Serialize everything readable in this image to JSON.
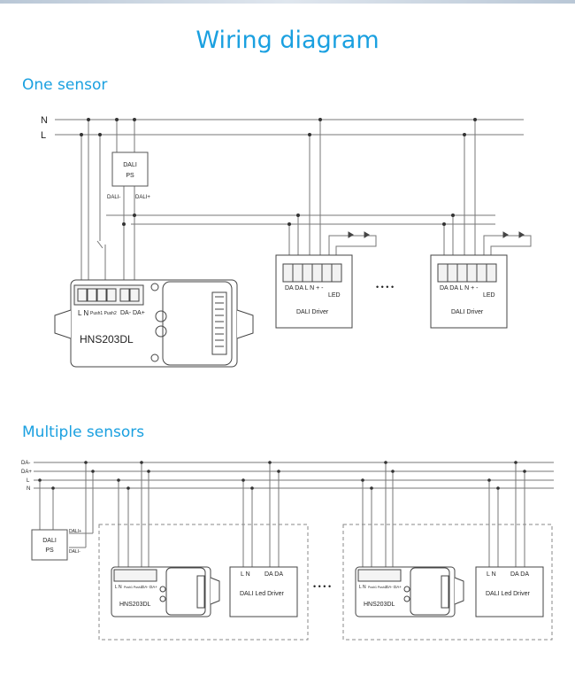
{
  "page": {
    "title": "Wiring diagram",
    "section_one": "One sensor",
    "section_multi": "Multiple sensors"
  },
  "one_sensor": {
    "line_n": "N",
    "line_l": "L",
    "ps_line1": "DALI",
    "ps_line2": "PS",
    "ps_minus": "DALI-",
    "ps_plus": "DALI+",
    "sensor_terminals": "L N",
    "sensor_push": "Push1 Push2",
    "sensor_da": "DA- DA+",
    "sensor_model": "HNS203DL",
    "driver_terminals": "DA DA  L  N  +  -",
    "driver_led": "LED",
    "driver_name": "DALI Driver",
    "ellipsis": "• • • •"
  },
  "multi_sensor": {
    "bus_da_minus": "DA-",
    "bus_da_plus": "DA+",
    "bus_l": "L",
    "bus_n": "N",
    "ps_line1": "DALI",
    "ps_line2": "PS",
    "ps_plus": "DALI+",
    "ps_minus": "DALI-",
    "sensor_terminals": "L N",
    "sensor_push": "Push1 Push2",
    "sensor_da": "DA- DA+",
    "sensor_model": "HNS203DL",
    "driver_ln": "L N",
    "driver_dada": "DA DA",
    "driver_name": "DALI Led Driver",
    "ellipsis": "• • • •"
  }
}
